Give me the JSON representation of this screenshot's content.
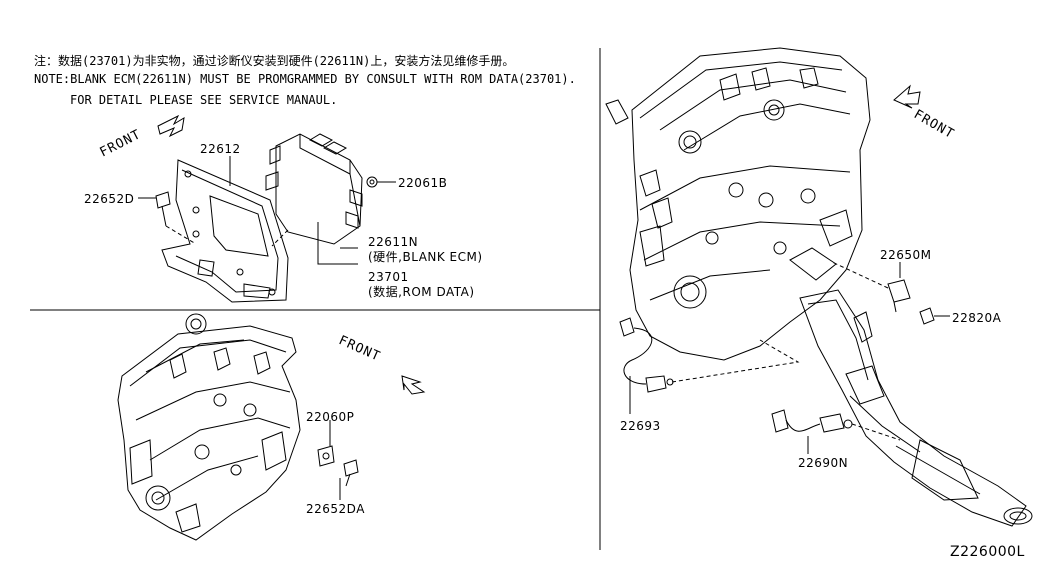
{
  "notes": {
    "cn": "注：数据(23701)为非实物，通过诊断仪安装到硬件(22611N)上，安装方法见维修手册。",
    "en1": "NOTE:BLANK ECM(22611N) MUST BE PROMGRAMMED BY CONSULT WITH ROM DATA(23701).",
    "en2": "FOR DETAIL PLEASE SEE SERVICE MANAUL."
  },
  "front_labels": [
    "FRONT",
    "FRONT",
    "FRONT"
  ],
  "parts": {
    "p22612": "22612",
    "p22652D": "22652D",
    "p22061B": "22061B",
    "p22611N": "22611N",
    "p22611N_desc": "(硬件,BLANK ECM)",
    "p23701": "23701",
    "p23701_desc": "(数据,ROM DATA)",
    "p22060P": "22060P",
    "p22652DA": "22652DA",
    "p22650M": "22650M",
    "p22820A": "22820A",
    "p22693": "22693",
    "p22690N": "22690N"
  },
  "diagram_code": "Z226000L"
}
